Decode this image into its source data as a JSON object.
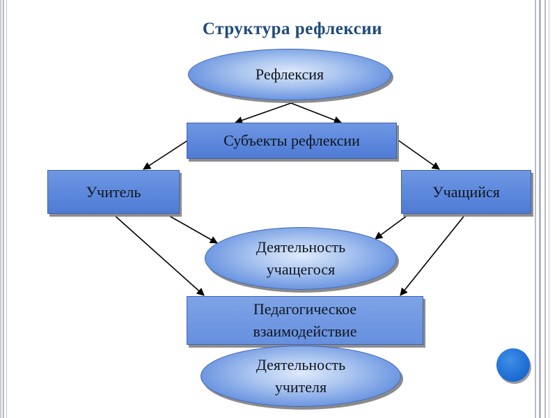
{
  "title": "Структура  рефлексии",
  "nodes": {
    "reflection": "Рефлексия",
    "subjects": "Субъекты рефлексии",
    "teacher": "Учитель",
    "student": "Учащийся",
    "student_activity": "Деятельность учащегося",
    "interaction": "Педагогическое взаимодействие",
    "teacher_activity": "Деятельность учителя"
  },
  "colors": {
    "title": "#1f4a78",
    "box_fill": "#5a86dc",
    "ellipse_fill": "#6f98e2",
    "accent_dot": "#1f6fd6",
    "arrow": "#000000"
  }
}
